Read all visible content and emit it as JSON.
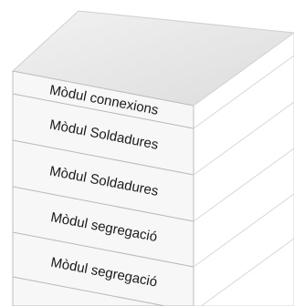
{
  "diagram": {
    "layers": [
      {
        "label": "Mòdul connexions",
        "thin": true
      },
      {
        "label": "Mòdul Soldadures"
      },
      {
        "label": "Mòdul Soldadures"
      },
      {
        "label": "Mòdul segregació"
      },
      {
        "label": "Mòdul segregació"
      }
    ],
    "colors": {
      "top_face": "#e8e8e8",
      "front_face": "#f7f7f7",
      "side_face": "#ffffff",
      "edges": "#b9b9b9",
      "text": "#1a1a1a"
    }
  }
}
